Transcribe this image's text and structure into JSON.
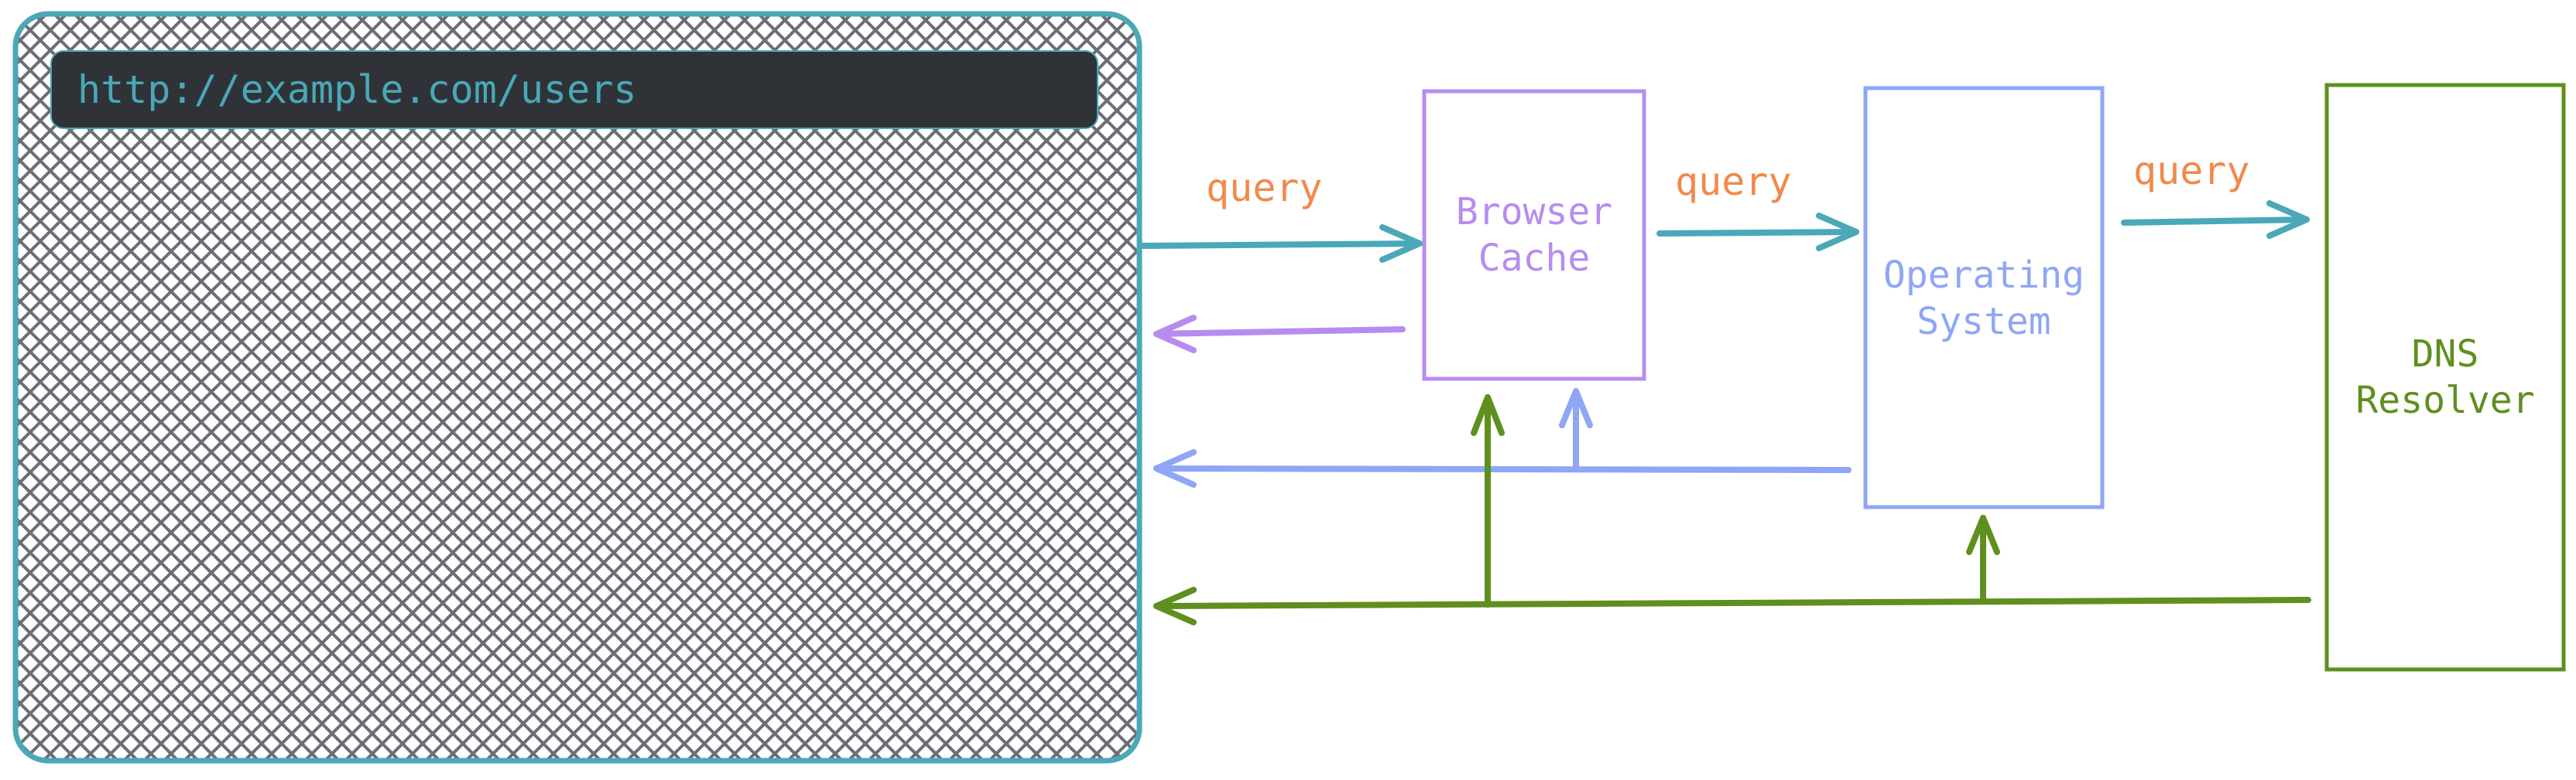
{
  "browser": {
    "url": "http://example.com/users"
  },
  "nodes": {
    "browser_cache": {
      "line1": "Browser",
      "line2": "Cache"
    },
    "operating_system": {
      "line1": "Operating",
      "line2": "System"
    },
    "dns_resolver": {
      "line1": "DNS",
      "line2": "Resolver"
    }
  },
  "edges": {
    "query_1": "query",
    "query_2": "query",
    "query_3": "query"
  },
  "colors": {
    "browser_border": "#4aa8b8",
    "url_bar_bg": "#2f3337",
    "url_text": "#4aa8b8",
    "hatch": "#6b6f75",
    "query_arrow": "#4aa8b8",
    "query_label": "#f08a4b",
    "browser_cache": "#b78cf0",
    "operating_system": "#8fa6f5",
    "dns_resolver": "#5f8f1f"
  }
}
